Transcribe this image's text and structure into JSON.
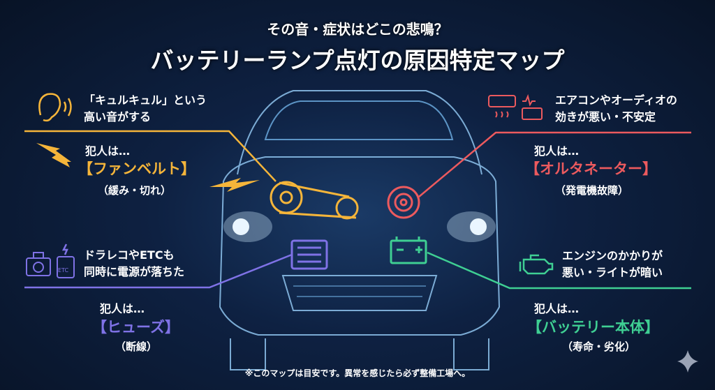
{
  "title": {
    "line1": "その音・症状はどこの悲鳴？",
    "line2": "バッテリーランプ点灯の原因特定マップ"
  },
  "colors": {
    "fanbelt": "#f5b53a",
    "alternator": "#ec5a5e",
    "fuse": "#7f72e6",
    "battery": "#3fcf93"
  },
  "panels": {
    "fanbelt": {
      "symptom": [
        "「キュルキュル」という",
        "高い音がする"
      ],
      "culprit_intro": "犯人は…",
      "culprit": "【ファンベルト】",
      "detail": "（緩み・切れ）",
      "icon": "ear-sound-icon"
    },
    "alternator": {
      "symptom": [
        "エアコンやオーディオの",
        "効きが悪い・不安定"
      ],
      "culprit_intro": "犯人は…",
      "culprit": "【オルタネーター】",
      "detail": "（発電機故障）",
      "icon": "aircon-radio-icon"
    },
    "fuse": {
      "symptom": [
        "ドラレコやETCも",
        "同時に電源が落ちた"
      ],
      "culprit_intro": "犯人は…",
      "culprit": "【ヒューズ】",
      "detail": "（断線）",
      "icon": "dashcam-etc-icon",
      "etc_label": "ETC"
    },
    "battery": {
      "symptom": [
        "エンジンのかかりが",
        "悪い・ライトが暗い"
      ],
      "culprit_intro": "犯人は…",
      "culprit": "【バッテリー本体】",
      "detail": "（寿命・劣化）",
      "icon": "engine-warning-icon"
    }
  },
  "footer": "※このマップは目安です。異常を感じたら必ず整備工場へ。"
}
